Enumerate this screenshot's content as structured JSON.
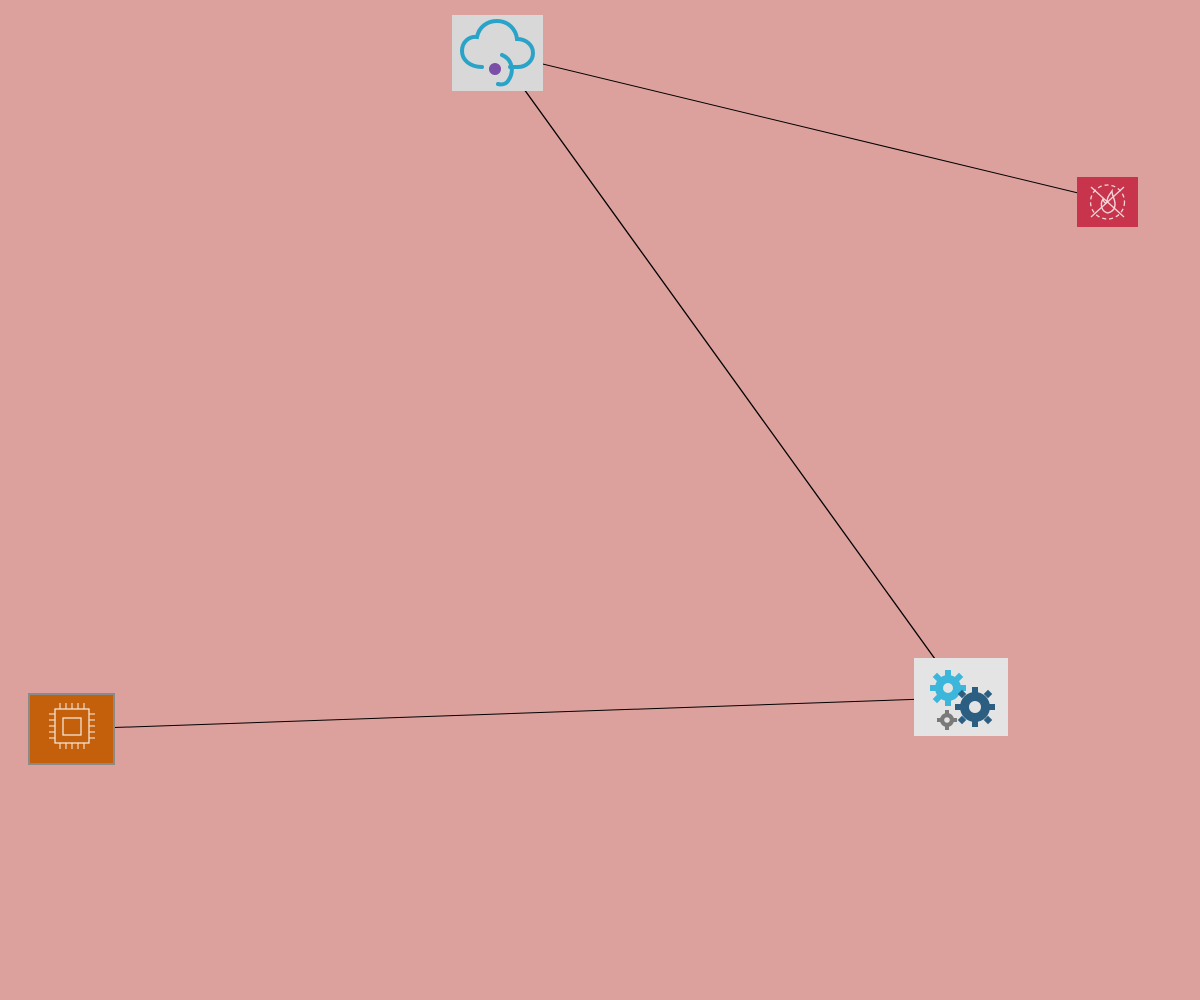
{
  "diagram": {
    "background_color": "#dca09d",
    "nodes": [
      {
        "id": "cloud",
        "icon": "cloud-service-icon",
        "tile_color": "#d8d8d8",
        "accent_color": "#2aa3c9",
        "dot_color": "#7b4fa8"
      },
      {
        "id": "waf",
        "icon": "firewall-shield-icon",
        "tile_color": "#c7344b"
      },
      {
        "id": "gears",
        "icon": "gears-icon",
        "tile_color": "#e4e4e4",
        "accent_color": "#3db6dc",
        "dark_color": "#2b5e80"
      },
      {
        "id": "chip",
        "icon": "processor-chip-icon",
        "tile_color": "#c4600b",
        "border_color": "#8a8a8a"
      }
    ],
    "edges": [
      {
        "from": "waf",
        "to": "cloud",
        "direction": "to"
      },
      {
        "from": "cloud",
        "to": "gears",
        "direction": "both"
      },
      {
        "from": "gears",
        "to": "chip",
        "direction": "to"
      }
    ]
  }
}
